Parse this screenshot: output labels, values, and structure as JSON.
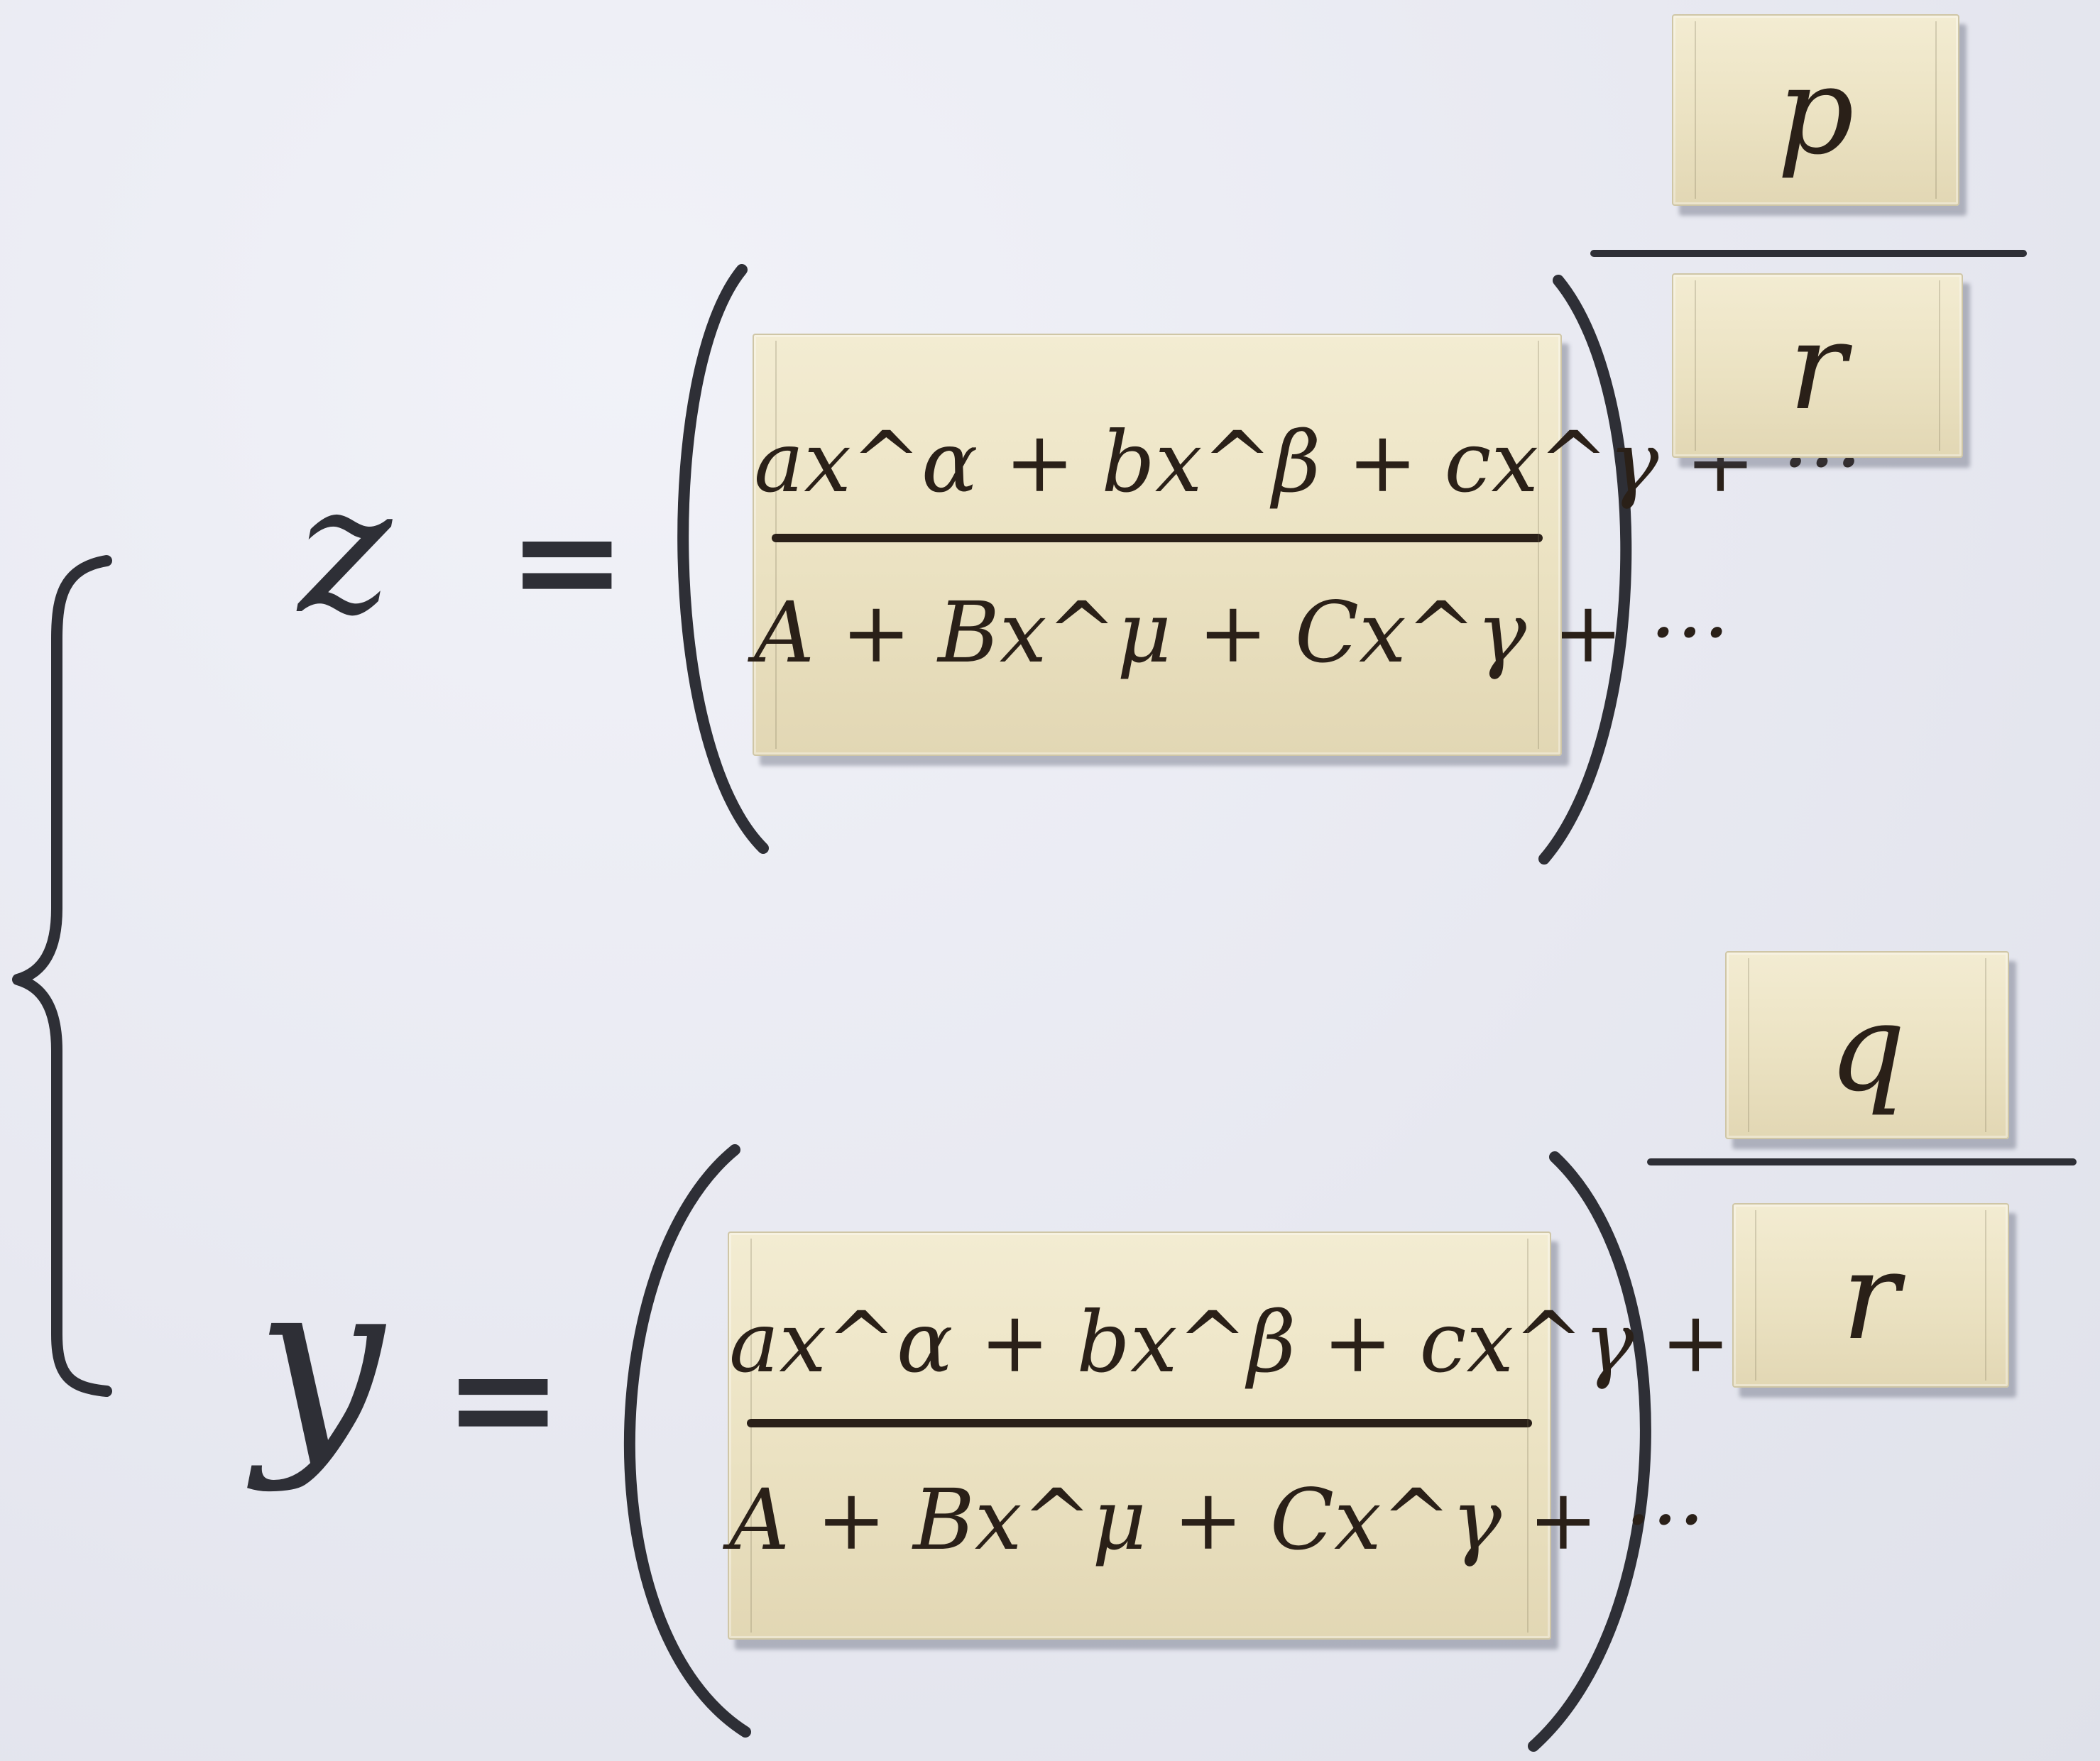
{
  "image": {
    "content": "photo"
  },
  "system": {
    "brace": "{",
    "equations": [
      {
        "lhs": "z",
        "equals": "=",
        "paren_open": "(",
        "paren_close": ")",
        "numerator": "ax^α + bx^β + cx^γ + ···",
        "denominator": "A + Bx^μ + Cx^γ + ···",
        "exponent_numerator": "p",
        "exponent_denominator": "r"
      },
      {
        "lhs": "y",
        "equals": "=",
        "paren_open": "(",
        "paren_close": ")",
        "numerator": "ax^α + bx^β + cx^γ + ···",
        "denominator": "A + Bx^μ + Cx^γ + ···",
        "exponent_numerator": "q",
        "exponent_denominator": "r"
      }
    ]
  },
  "colors": {
    "paper": "#e9eaf2",
    "pen_ink": "#2e2f36",
    "tile_wood": "#ebe2c2",
    "burn_ink": "#2a2018"
  }
}
